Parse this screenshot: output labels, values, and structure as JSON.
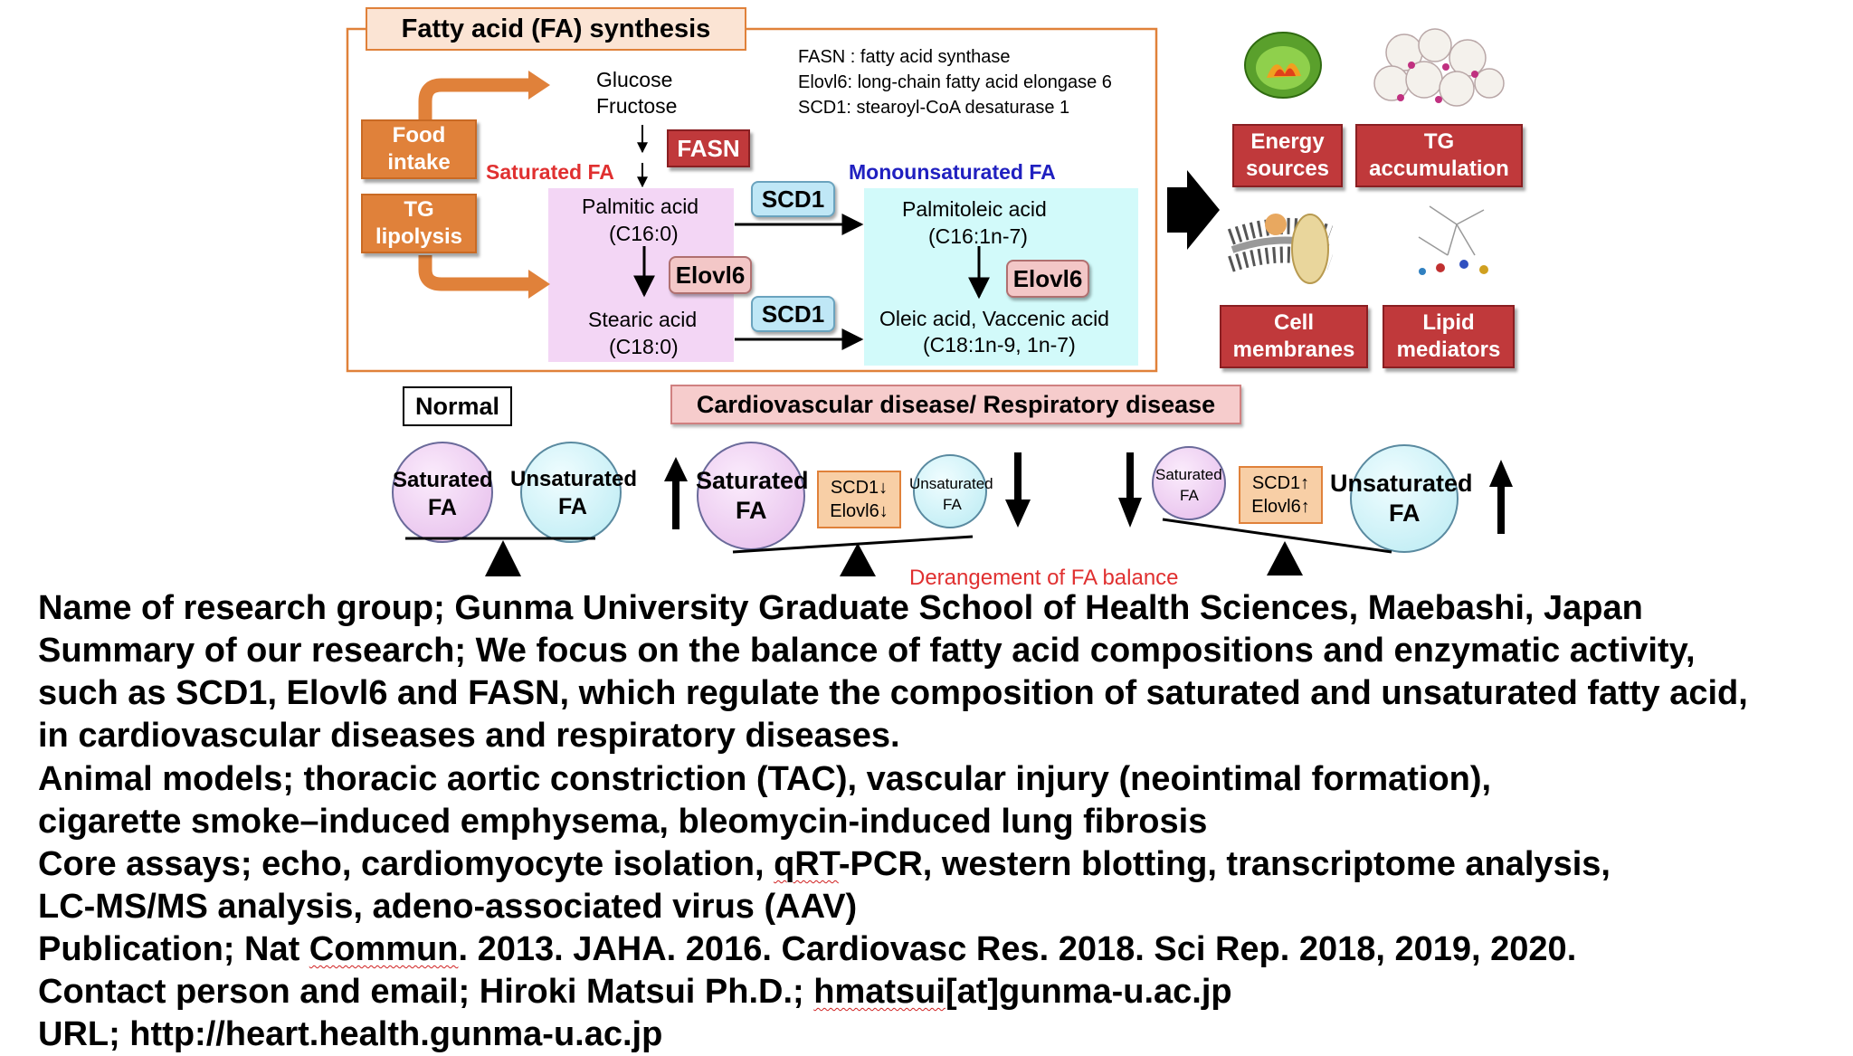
{
  "synthesis": {
    "title": "Fatty acid (FA) synthesis",
    "legend": [
      "FASN : fatty acid synthase",
      "Elovl6: long-chain fatty acid elongase 6",
      "SCD1: stearoyl-CoA desaturase 1"
    ],
    "sources": [
      "Glucose",
      "Fructose"
    ],
    "inputs": {
      "food": [
        "Food",
        "intake"
      ],
      "tg": [
        "TG",
        "lipolysis"
      ]
    },
    "enzymes": {
      "fasn": "FASN",
      "scd1": "SCD1",
      "elovl6": "Elovl6"
    },
    "saturated_label": "Saturated FA",
    "monounsaturated_label": "Monounsaturated FA",
    "palmitic": [
      "Palmitic acid",
      "(C16:0)"
    ],
    "stearic": [
      "Stearic acid",
      "(C18:0)"
    ],
    "palmitoleic": [
      "Palmitoleic acid",
      "(C16:1n-7)"
    ],
    "oleic": [
      "Oleic acid, Vaccenic acid",
      "(C18:1n-9, 1n-7)"
    ]
  },
  "functions": {
    "energy": [
      "Energy",
      "sources"
    ],
    "tg": [
      "TG",
      "accumulation"
    ],
    "cell": [
      "Cell",
      "membranes"
    ],
    "lipid": [
      "Lipid",
      "mediators"
    ]
  },
  "balance": {
    "normal_label": "Normal",
    "disease_label": "Cardiovascular disease/ Respiratory disease",
    "saturated": [
      "Saturated",
      "FA"
    ],
    "unsaturated": [
      "Unsaturated",
      "FA"
    ],
    "down_box": [
      "SCD1↓",
      "Elovl6↓"
    ],
    "up_box": [
      "SCD1↑",
      "Elovl6↑"
    ],
    "derangement": "Derangement of FA balance"
  },
  "summary": {
    "group": "Name of research group; Gunma University Graduate School of Health Sciences, Maebashi, Japan",
    "summary_1": "Summary of our research; We focus on the balance of fatty acid compositions and enzymatic activity,",
    "summary_2": "such as SCD1, Elovl6 and FASN, which regulate the composition of saturated and unsaturated fatty acid,",
    "summary_3": "in cardiovascular diseases and respiratory diseases.",
    "animal_1": "Animal models; thoracic aortic constriction (TAC), vascular injury (neointimal formation),",
    "animal_2": "cigarette smoke–induced emphysema, bleomycin-induced lung fibrosis",
    "core_1a": "Core assays; echo, cardiomyocyte isolation, ",
    "core_1b": "qRT",
    "core_1c": "-PCR, western blotting, transcriptome analysis,",
    "core_2": "LC-MS/MS analysis, adeno-associated virus (AAV)",
    "pub_a": "Publication; Nat ",
    "pub_b": "Commun",
    "pub_c": ". 2013. JAHA. 2016. Cardiovasc Res. 2018. Sci Rep. 2018, 2019, 2020.",
    "contact_a": "Contact person and email; Hiroki Matsui Ph.D.; ",
    "contact_b": "hmatsui",
    "contact_c": "[at]gunma-u.ac.jp",
    "url": "URL; http://heart.health.gunma-u.ac.jp"
  },
  "colors": {
    "orange": "#e0813a",
    "red_label": "#c0393b",
    "saturated_red": "#e03030",
    "mono_blue": "#2020c0",
    "pink_bg": "#f3d6f5",
    "cyan_bg": "#d2fafa",
    "circle_sat": "#f3d2f5",
    "circle_unsat": "#d8f6fa"
  }
}
